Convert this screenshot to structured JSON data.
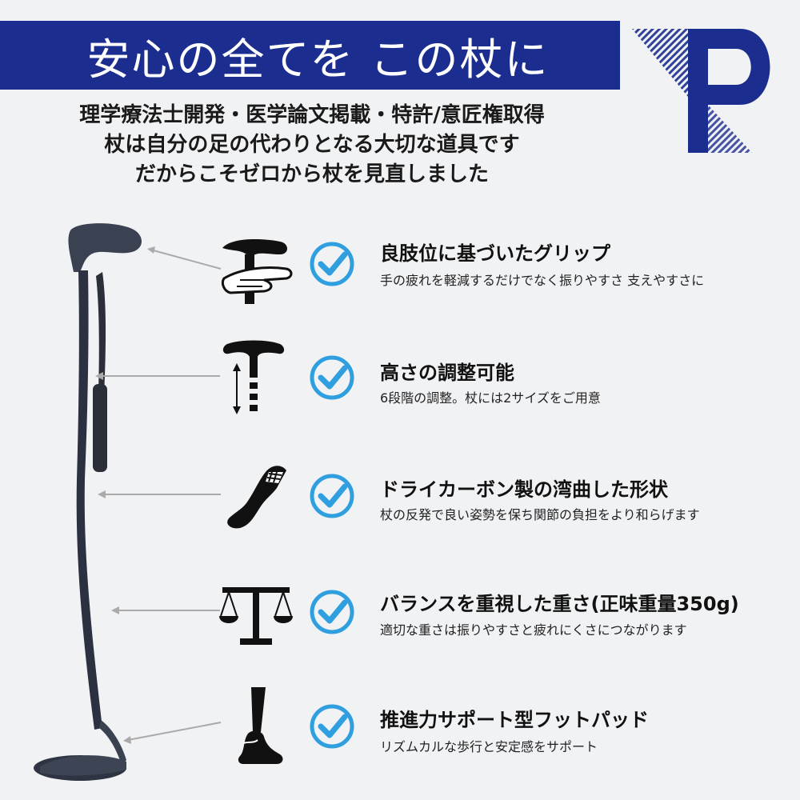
{
  "banner": {
    "title": "安心の全てを この杖に"
  },
  "colors": {
    "banner_bg": "#1b2d8f",
    "check_blue": "#2f9fe0",
    "icon_black": "#111111",
    "text": "#111111"
  },
  "intro": {
    "lines": [
      "理学療法士開発・医学論文掲載・特許/意匠権取得",
      "杖は自分の足の代わりとなる大切な道具です",
      "だからこそゼロから杖を見直しました"
    ]
  },
  "features": [
    {
      "icon": "grip-hand-icon",
      "title": "良肢位に基づいたグリップ",
      "desc": "手の疲れを軽減するだけでなく振りやすさ 支えやすさに"
    },
    {
      "icon": "height-adjust-icon",
      "title": "高さの調整可能",
      "desc": "6段階の調整。杖には2サイズをご用意"
    },
    {
      "icon": "curved-shaft-icon",
      "title": "ドライカーボン製の湾曲した形状",
      "desc": "杖の反発で良い姿勢を保ち関節の負担をより和らげます"
    },
    {
      "icon": "balance-scale-icon",
      "title": "バランスを重視した重さ(正味重量350g)",
      "desc": "適切な重さは振りやすさと疲れにくさにつながります"
    },
    {
      "icon": "foot-pad-icon",
      "title": "推進力サポート型フットパッド",
      "desc": "リズムカルな歩行と安定感をサポート"
    }
  ]
}
